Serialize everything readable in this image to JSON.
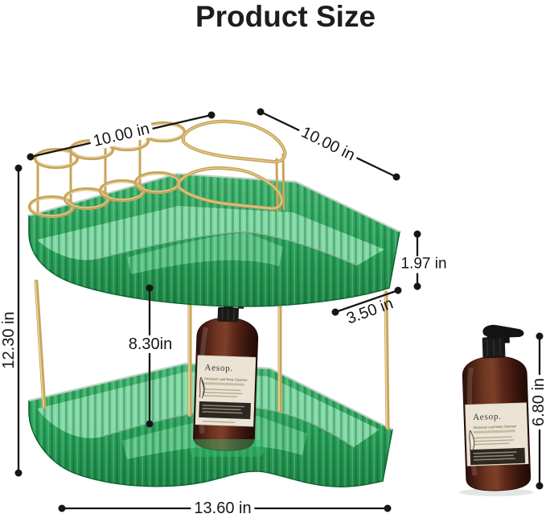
{
  "title": "Product Size",
  "dimensions": {
    "top_width_left": "10.00 in",
    "top_width_right": "10.00 in",
    "overall_height": "12.30 in",
    "tier_wall_height": "1.97 in",
    "corner_side_depth": "3.50 in",
    "tier_clearance": "8.30in",
    "bottle_height": "6.80 in",
    "base_width": "13.60 in"
  },
  "bottle": {
    "brand": "Aesop.",
    "product_line": "Geranium Leaf Body Cleanser"
  },
  "colors": {
    "tray_green": "#2aa25a",
    "tray_green_light": "#85dba8",
    "frame_gold": "#c8a55b",
    "bottle_amber": "#45201a",
    "label_cream": "#ebe4d5",
    "dimension_black": "#161616",
    "background": "#ffffff"
  }
}
